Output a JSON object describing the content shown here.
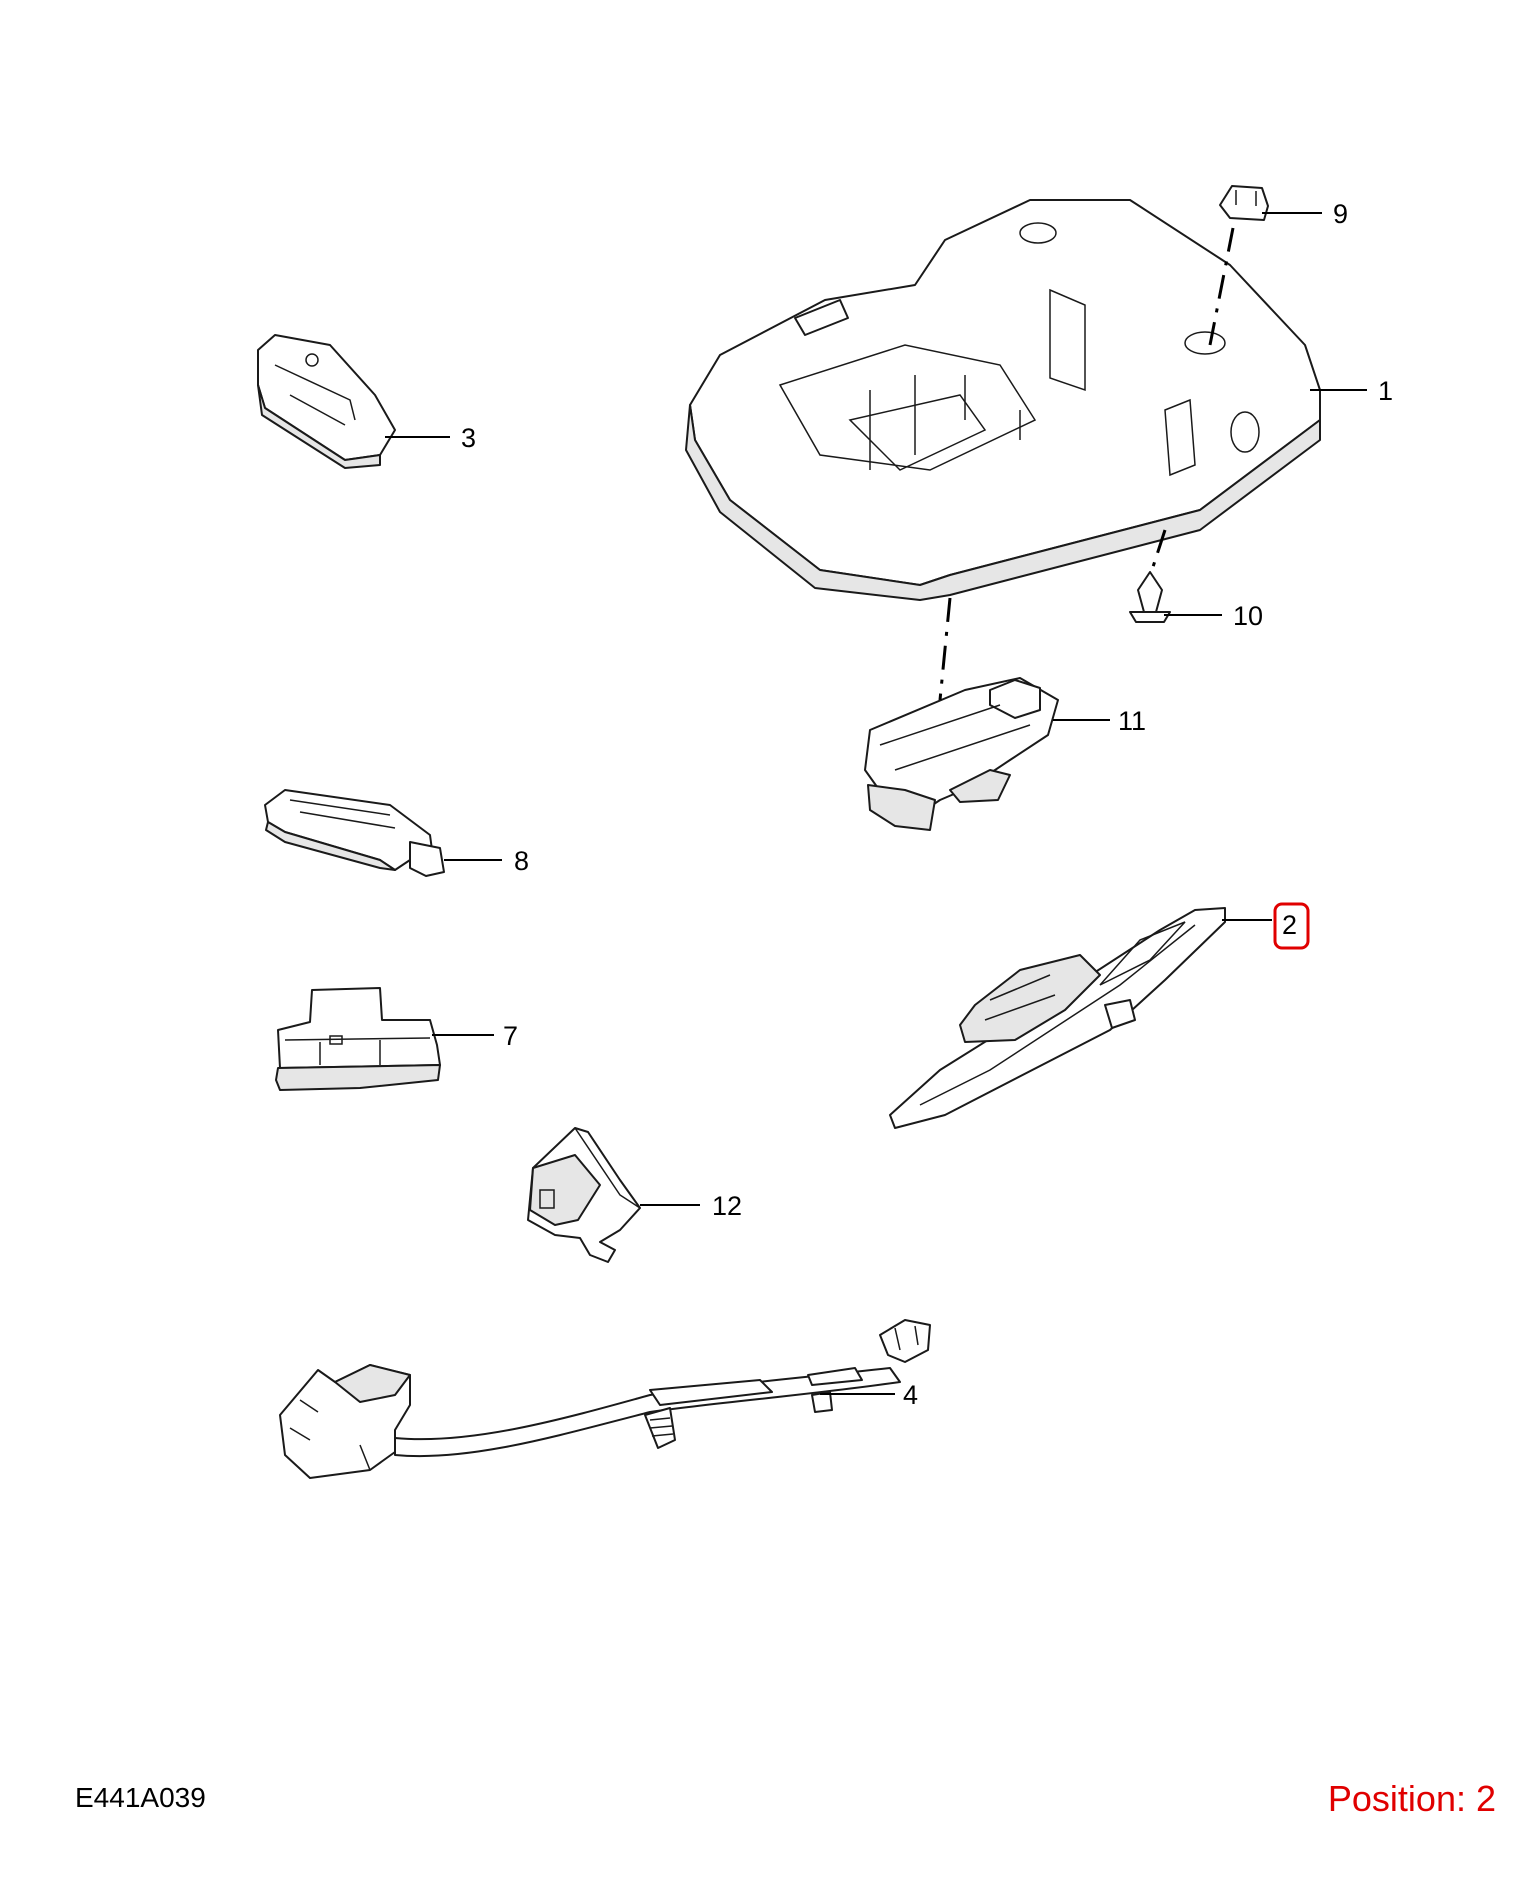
{
  "drawing_code": "E441A039",
  "position_indicator": "Position: 2",
  "highlight_color": "#e00000",
  "selected_position": "2",
  "callouts": {
    "p1": "1",
    "p2": "2",
    "p3": "3",
    "p4": "4",
    "p7": "7",
    "p8": "8",
    "p9": "9",
    "p10": "10",
    "p11": "11",
    "p12": "12"
  }
}
